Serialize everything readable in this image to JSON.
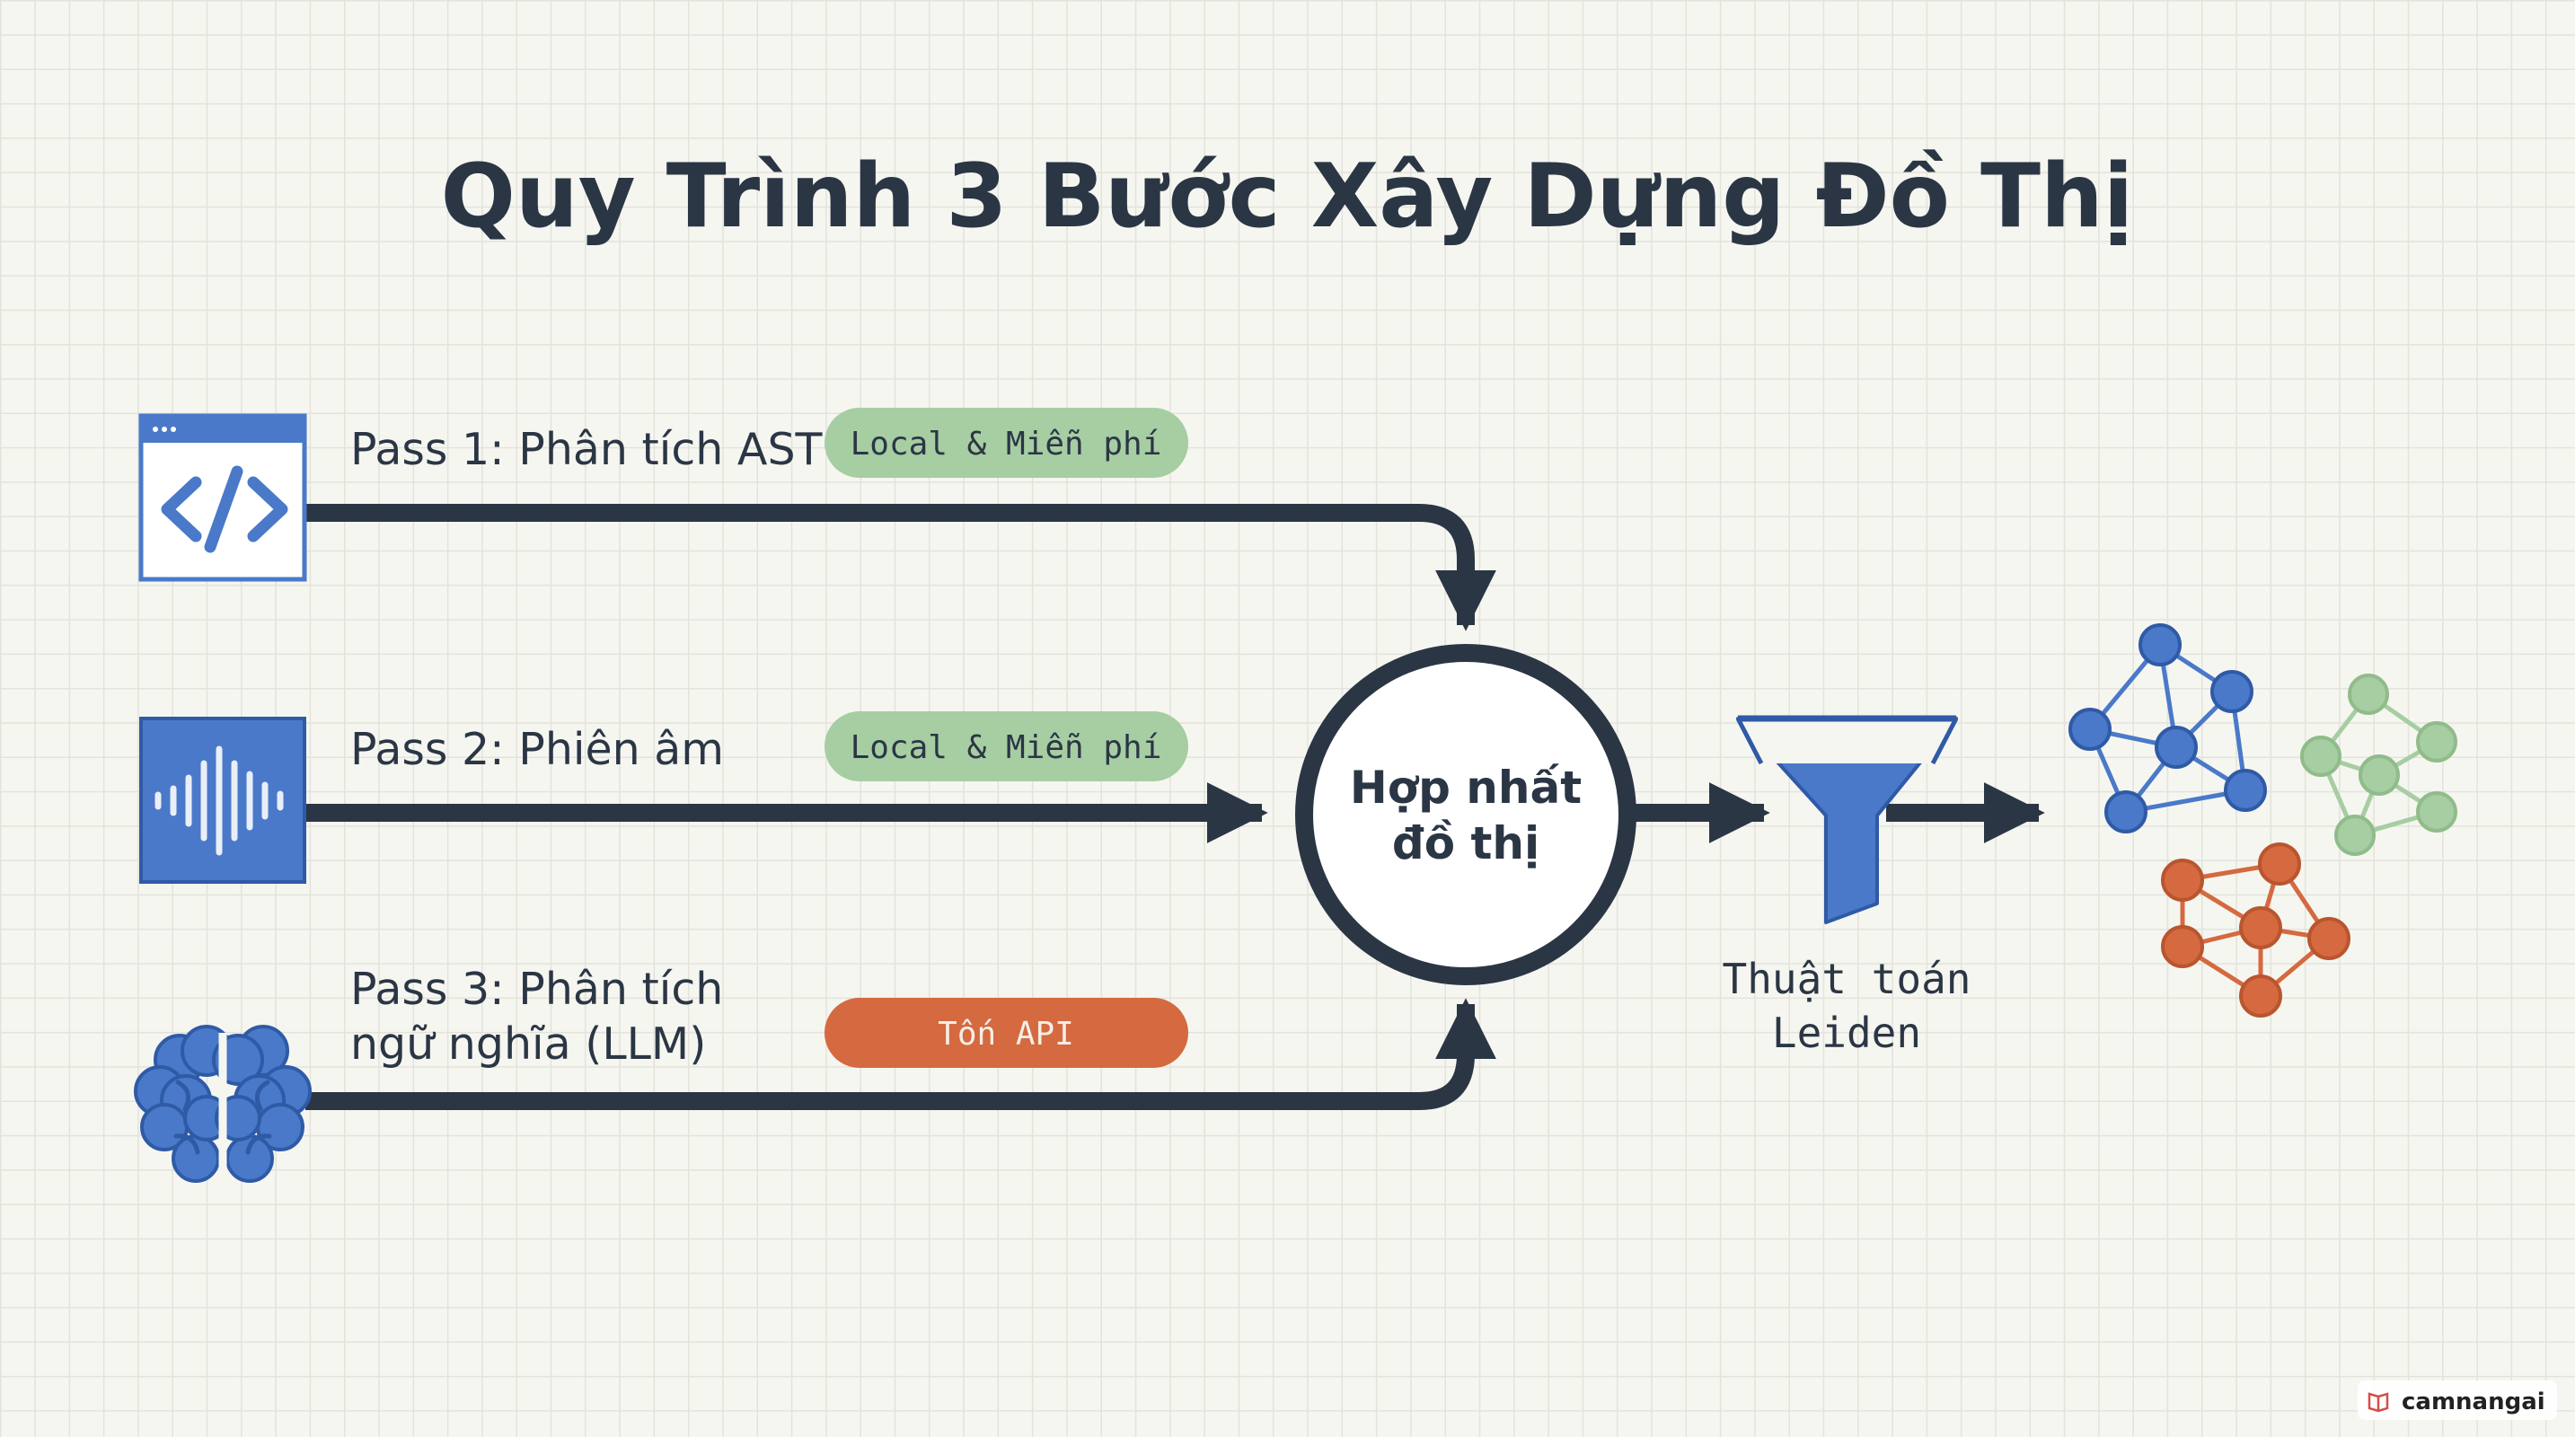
{
  "title": "Quy Trình 3 Bước Xây Dựng Đồ Thị",
  "passes": [
    {
      "label_lines": [
        "Pass 1: Phân tích AST"
      ],
      "badge": "Local & Miễn phí",
      "badge_kind": "free",
      "icon": "code-window-icon"
    },
    {
      "label_lines": [
        "Pass 2: Phiên âm"
      ],
      "badge": "Local & Miễn phí",
      "badge_kind": "free",
      "icon": "audio-waveform-icon"
    },
    {
      "label_lines": [
        "Pass 3: Phân tích",
        "ngữ nghĩa (LLM)"
      ],
      "badge": "Tốn API",
      "badge_kind": "cost",
      "icon": "brain-icon"
    }
  ],
  "merge": {
    "lines": [
      "Hợp nhất",
      "đồ thị"
    ]
  },
  "algorithm": {
    "lines": [
      "Thuật toán",
      "Leiden"
    ],
    "icon": "funnel-icon"
  },
  "output": {
    "icon": "graph-clusters-icon"
  },
  "watermark": "camnangai",
  "colors": {
    "dark": "#2b3645",
    "blue": "#4a79c9",
    "free_badge": "#a7cda3",
    "cost_badge": "#d5693f",
    "green_nodes": "#a7cda3",
    "orange_nodes": "#d5693f"
  }
}
